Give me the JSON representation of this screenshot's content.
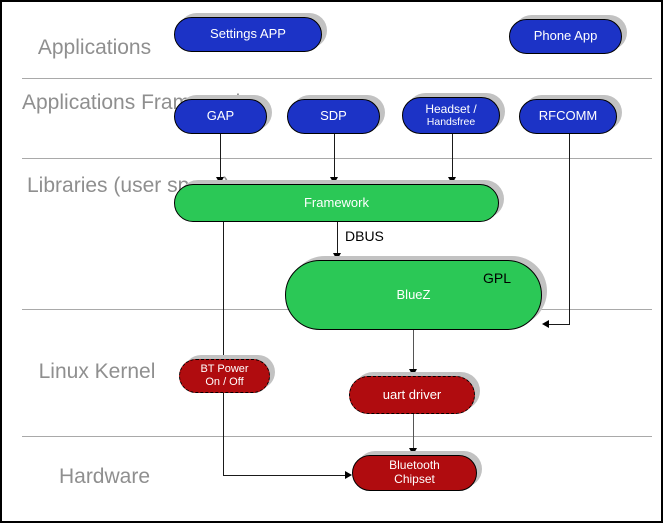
{
  "layer_labels": {
    "applications": "Applications",
    "applications_framework_line1": "Applications",
    "applications_framework_line2": "Framework",
    "libraries_line1": "Libraries",
    "libraries_line2": "(user space)",
    "linux_kernel": "Linux Kernel",
    "hardware": "Hardware"
  },
  "nodes": {
    "settings_app": "Settings APP",
    "phone_app": "Phone App",
    "gap": "GAP",
    "sdp": "SDP",
    "headset_line1": "Headset /",
    "headset_line2": "Handsfree",
    "rfcomm": "RFCOMM",
    "framework": "Framework",
    "bluez": "BlueZ",
    "gpl_badge": "GPL",
    "bt_power_line1": "BT Power",
    "bt_power_line2": "On / Off",
    "uart_driver": "uart driver",
    "chipset_line1": "Bluetooth",
    "chipset_line2": "Chipset"
  },
  "edge_labels": {
    "dbus": "DBUS"
  },
  "colors": {
    "app_box_blue": "#1c33c6",
    "lib_box_green": "#2bc856",
    "kernel_box_red": "#b00c0f",
    "box_shadow_gray": "#c2c2c2",
    "divider_gray": "#a9a9a9",
    "layer_label_gray": "#8f8f8f"
  }
}
